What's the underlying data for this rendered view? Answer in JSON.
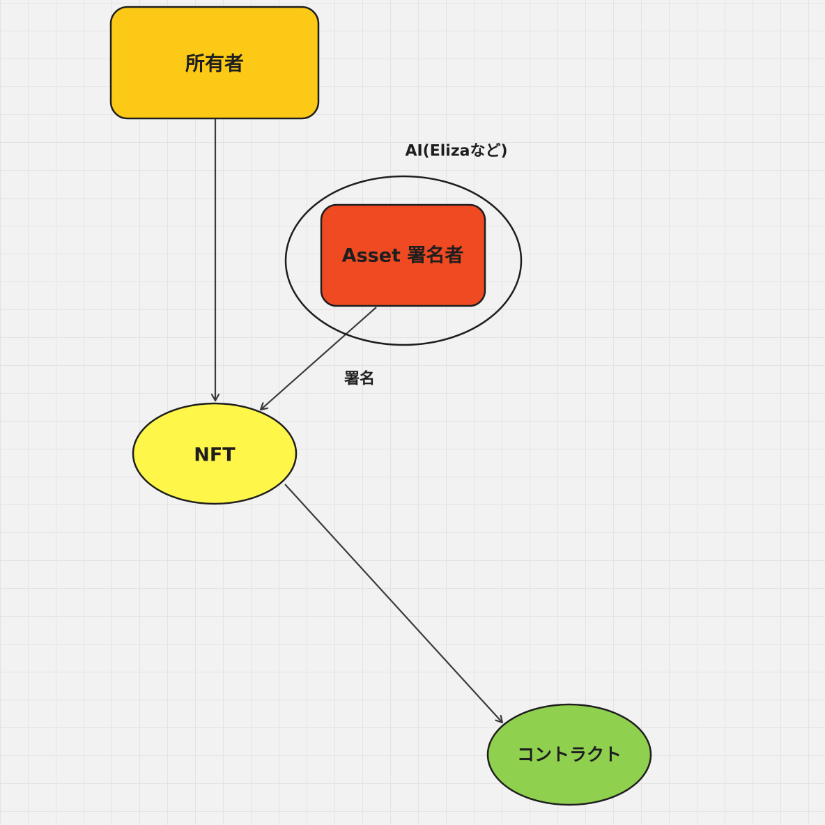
{
  "diagram": {
    "nodes": {
      "owner": {
        "label": "所有者",
        "color": "#fbc916"
      },
      "ai_group": {
        "label": "AI(Elizaなど)"
      },
      "asset_signer": {
        "label": "Asset 署名者",
        "color": "#f04a23"
      },
      "nft": {
        "label": "NFT",
        "color": "#fff64a"
      },
      "contract": {
        "label": "コントラクト",
        "color": "#90d04f"
      }
    },
    "edges": [
      {
        "from": "owner",
        "to": "nft",
        "label": ""
      },
      {
        "from": "asset_signer",
        "to": "nft",
        "label": "署名"
      },
      {
        "from": "nft",
        "to": "contract",
        "label": ""
      }
    ]
  }
}
